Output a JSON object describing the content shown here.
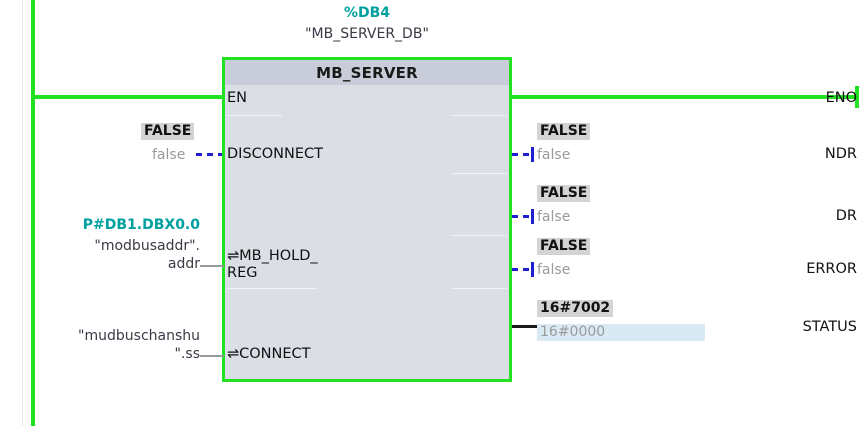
{
  "block": {
    "db_number": "%DB4",
    "db_name": "\"MB_SERVER_DB\"",
    "title": "MB_SERVER",
    "inputs": [
      {
        "pin": "EN",
        "operand": "",
        "monitor": "",
        "actual": ""
      },
      {
        "pin": "DISCONNECT",
        "operand": "false",
        "monitor": "FALSE",
        "actual": "false"
      },
      {
        "pin": "⇌MB_HOLD_\nREG",
        "operand": "\"modbusaddr\".\naddr",
        "monitor": "P#DB1.DBX0.0",
        "actual": ""
      },
      {
        "pin": "⇌CONNECT",
        "operand": "\"mudbuschanshu\n\".ss",
        "monitor": "",
        "actual": ""
      }
    ],
    "outputs": [
      {
        "pin": "ENO",
        "monitor": "",
        "actual": ""
      },
      {
        "pin": "NDR",
        "monitor": "FALSE",
        "actual": "false"
      },
      {
        "pin": "DR",
        "monitor": "FALSE",
        "actual": "false"
      },
      {
        "pin": "ERROR",
        "monitor": "FALSE",
        "actual": "false"
      },
      {
        "pin": "STATUS",
        "monitor": "16#7002",
        "actual": "16#0000"
      }
    ]
  },
  "labels": {
    "pin_en": "EN",
    "pin_eno": "ENO",
    "pin_disconnect": "DISCONNECT",
    "pin_mb_hold_reg": "⇌MB_HOLD_\nREG",
    "pin_connect": "⇌CONNECT",
    "pin_ndr": "NDR",
    "pin_dr": "DR",
    "pin_error": "ERROR",
    "pin_status": "STATUS",
    "operand_disconnect": "false",
    "operand_disconnect_monitor": "FALSE",
    "operand_holdreg_addr": "P#DB1.DBX0.0",
    "operand_holdreg": "\"modbusaddr\".\naddr",
    "operand_connect": "\"mudbuschanshu\n\".ss",
    "out_ndr_monitor": "FALSE",
    "out_ndr_actual": "false",
    "out_dr_monitor": "FALSE",
    "out_dr_actual": "false",
    "out_error_monitor": "FALSE",
    "out_error_actual": "false",
    "out_status_monitor": "16#7002",
    "out_status_actual": "16#0000"
  },
  "colors": {
    "rail": "#22e022",
    "block_fill": "#dcdee6",
    "block_title_fill": "#c9ccd9",
    "address_text": "#00a0a0",
    "monitor_badge": "#d4d4d4",
    "actual_text": "#9a9a9a",
    "dashed_wire": "#2020d0",
    "status_highlight": "#d9eaf4"
  }
}
